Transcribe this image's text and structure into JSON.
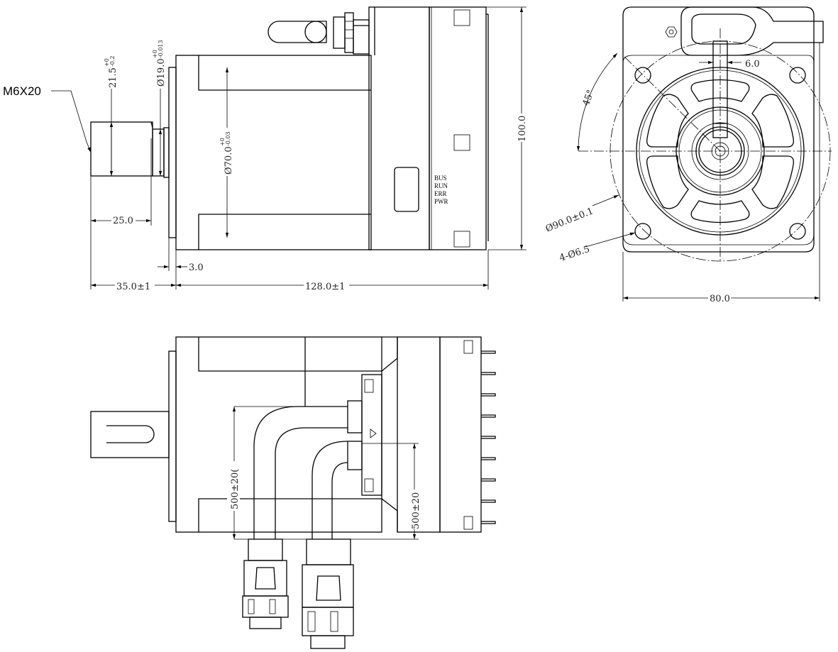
{
  "callouts": {
    "thread": "M6X20",
    "key_height": "21.5",
    "key_height_tol_upper": "+0",
    "key_height_tol_lower": "-0.2",
    "shaft_dia": "Ø19.0",
    "shaft_dia_tol_upper": "+0",
    "shaft_dia_tol_lower": "-0.013",
    "pilot_dia": "Ø70.0",
    "pilot_dia_tol_upper": "+0",
    "pilot_dia_tol_lower": "-0.03",
    "height": "100.0",
    "key_length": "25.0",
    "flange_thickness": "3.0",
    "shaft_length": "35.0±1",
    "body_length": "128.0±1",
    "key_width": "6.0",
    "angle": "45°",
    "bolt_circle": "Ø90.0±0.1",
    "holes": "4-Ø6.5",
    "flange_width": "80.0",
    "cable_length_1": "500±20(",
    "cable_length_2": "500±20"
  },
  "leds": [
    "BUS",
    "RUN",
    "ERR",
    "PWR"
  ]
}
